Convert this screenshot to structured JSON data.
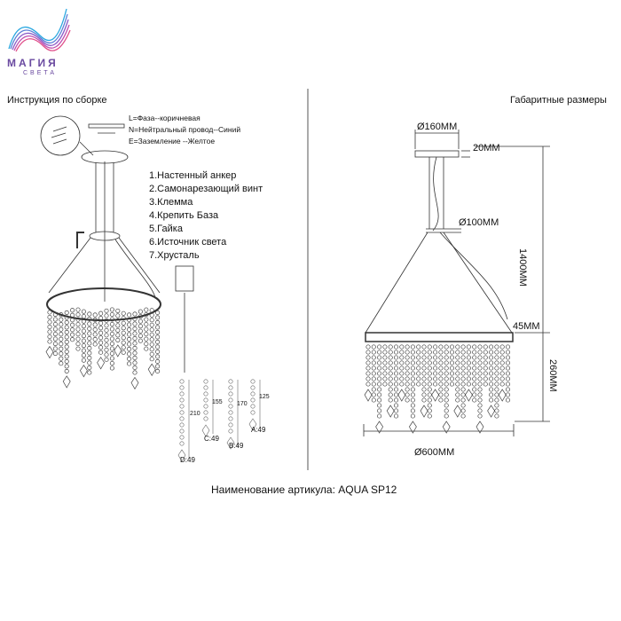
{
  "logo": {
    "name": "МАГИЯ",
    "subtitle": "СВЕТА"
  },
  "left": {
    "title": "Инструкция по сборке",
    "wiring": [
      "L=Фаза--коричневая",
      "N=Нейтральный провод--Синий",
      "E=Заземление --Желтое"
    ],
    "parts": [
      "1.Настенный анкер",
      "2.Самонарезающий винт",
      "3.Клемма",
      "4.Крепить База",
      "5.Гайка",
      "6.Источник света",
      "7.Хрусталь"
    ],
    "crystals": [
      {
        "label": "D:49",
        "length": "210"
      },
      {
        "label": "C:49",
        "length": "155"
      },
      {
        "label": "B:49",
        "length": "170"
      },
      {
        "label": "A:49",
        "length": "125"
      }
    ]
  },
  "right": {
    "title": "Габаритные размеры",
    "dims": {
      "canopy": "Ø160MM",
      "canopy_h": "20MM",
      "cone_top": "Ø100MM",
      "total_h": "1400MM",
      "ring_h": "45MM",
      "crystal_h": "260MM",
      "diameter": "Ø600MM"
    }
  },
  "caption": "Наименование артикула: AQUA SP12"
}
